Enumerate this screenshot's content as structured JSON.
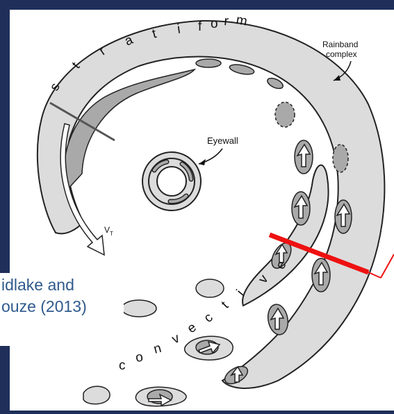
{
  "labels": {
    "rainband_complex_line1": "Rainband",
    "rainband_complex_line2": "complex",
    "eyewall": "Eyewall",
    "vt_main": "V",
    "vt_sub": "T"
  },
  "stratiform_letters": [
    "s",
    "t",
    "r",
    "a",
    "t",
    "i",
    "f",
    "o",
    "r",
    "m"
  ],
  "convective_letters": [
    "c",
    "o",
    "n",
    "v",
    "e",
    "c",
    "t",
    "i",
    "v",
    "e"
  ],
  "citation": {
    "line1": "idlake and",
    "line2": "ouze (2013)"
  },
  "colors": {
    "background": "#1f2f5a",
    "band_fill": "#dcdcdc",
    "cell_fill": "#a9a9a9",
    "cross_section": "#ee1111",
    "citation_text": "#2f5a8c"
  },
  "icons": {
    "up_arrow": "hollow-arrow-up-icon",
    "right_arrow": "hollow-arrow-right-icon"
  }
}
